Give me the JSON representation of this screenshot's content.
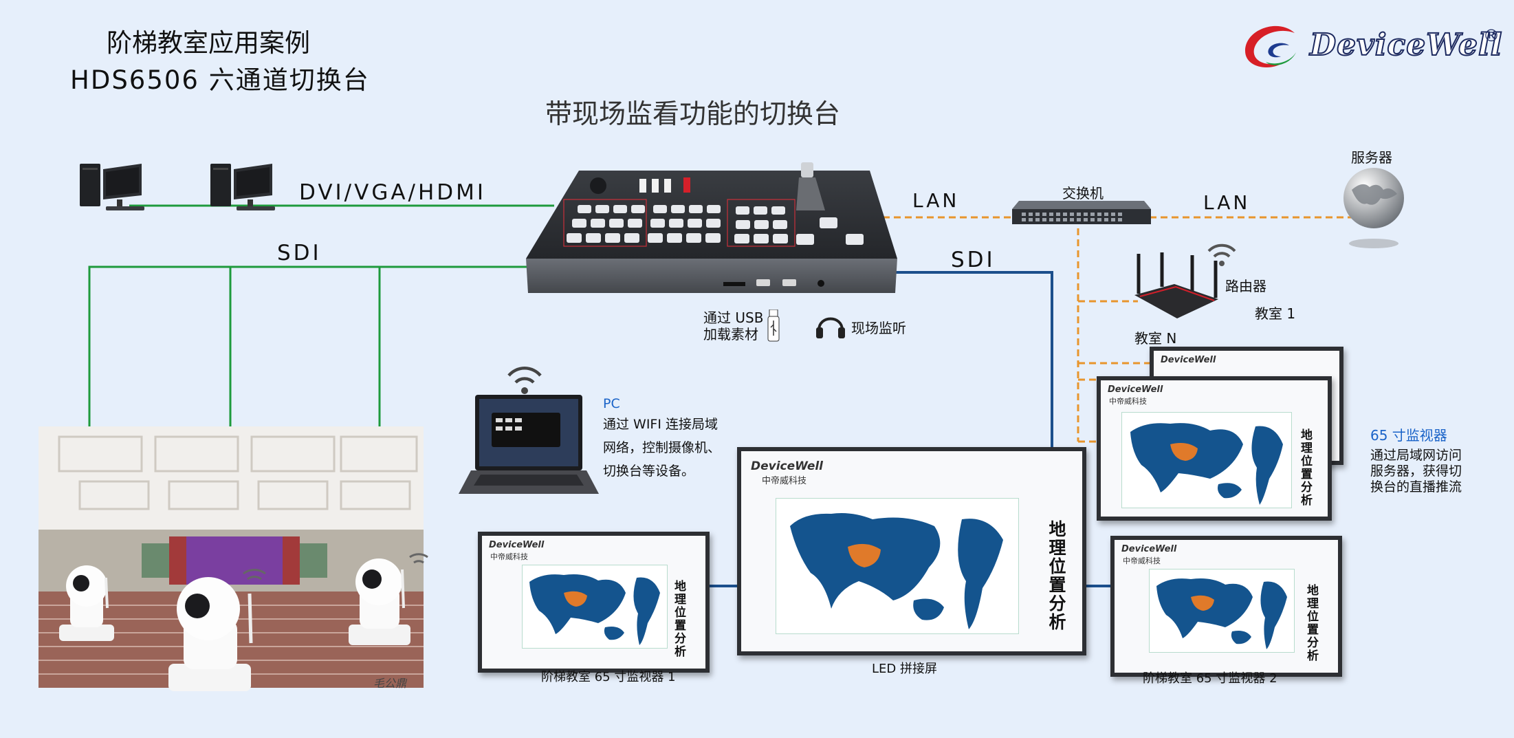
{
  "header": {
    "title": "阶梯教室应用案例",
    "subtitle": "HDS6506 六通道切换台",
    "center_title": "带现场监看功能的切换台"
  },
  "brand": {
    "logo_text": "DeviceWell",
    "registered": "®"
  },
  "links": {
    "dvi": "DVI/VGA/HDMI",
    "sdi_left": "SDI",
    "sdi_right": "SDI",
    "lan_left": "LAN",
    "lan_right": "LAN"
  },
  "devices": {
    "switch_label": "交换机",
    "server_label": "服务器",
    "router_label": "路由器",
    "classroom_1": "教室 1",
    "classroom_n": "教室 N",
    "usb_line1": "通过 USB",
    "usb_line2": "加载素材",
    "monitor_label": "现场监听"
  },
  "pc_note": {
    "title": "PC",
    "line1": "通过 WIFI 连接局域",
    "line2": "网络，控制摄像机、",
    "line3": "切换台等设备。"
  },
  "monitor_note": {
    "title": "65 寸监视器",
    "line1": "通过局域网访问",
    "line2": "服务器，获得切",
    "line3": "换台的直播推流"
  },
  "screens": {
    "vertical_title": "地理位置分析",
    "brand": "DeviceWell",
    "brand_cn": "中帝威科技",
    "label_left": "阶梯教室 65 寸监视器 1",
    "label_center": "LED 拼接屏",
    "label_right": "阶梯教室 65 寸监视器 2"
  },
  "colors": {
    "background": "#e6effb",
    "green_wire": "#1e9a3c",
    "blue_wire": "#1b4f8c",
    "orange_wire": "#e8952c",
    "map_blue": "#14548e",
    "map_highlight": "#e07a2a"
  }
}
